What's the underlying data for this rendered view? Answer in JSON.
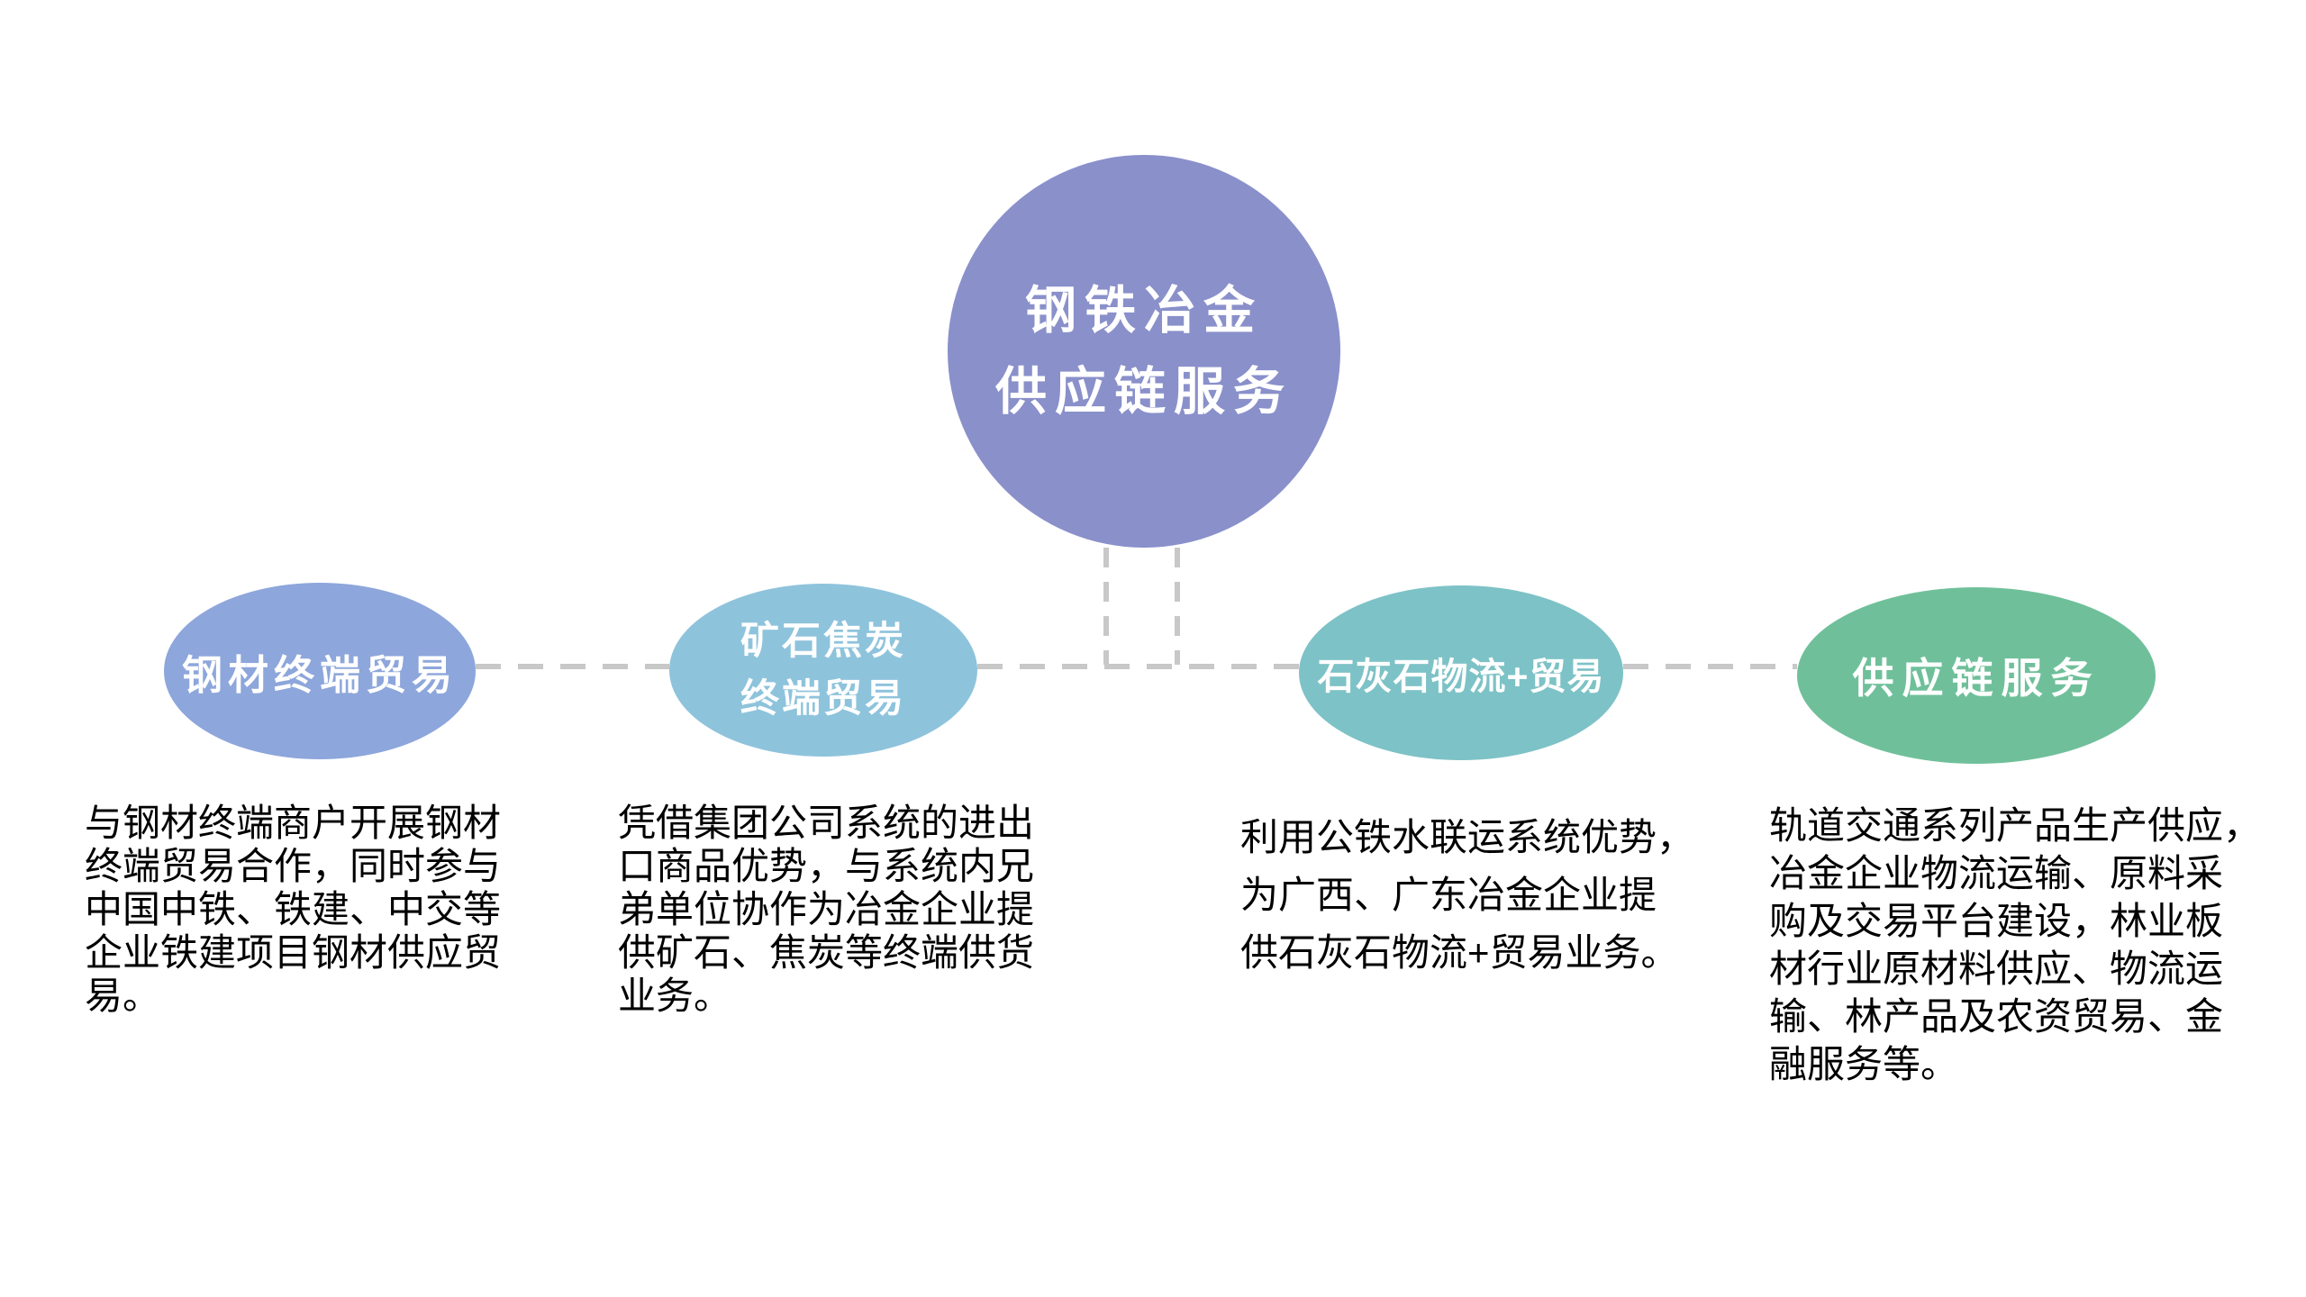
{
  "page": {
    "background": "#ffffff",
    "connector_color": "#c8c8c8"
  },
  "root": {
    "label_lines": [
      "钢铁冶金",
      "供应链服务"
    ],
    "fill": "#8990ca",
    "text_color": "#ffffff"
  },
  "branches": [
    {
      "label_lines": [
        "钢材终端贸易"
      ],
      "fill": "#8da6db",
      "text_color": "#ffffff",
      "description_lines": [
        "与钢材终端商户开展钢材",
        "终端贸易合作，同时参与",
        "中国中铁、铁建、中交等",
        "企业铁建项目钢材供应贸",
        "易。"
      ]
    },
    {
      "label_lines": [
        "矿石焦炭",
        "终端贸易"
      ],
      "fill": "#8ec3dc",
      "text_color": "#ffffff",
      "description_lines": [
        "凭借集团公司系统的进出",
        "口商品优势，与系统内兄",
        "弟单位协作为冶金企业提",
        "供矿石、焦炭等终端供货",
        "业务。"
      ]
    },
    {
      "label_lines": [
        "石灰石物流+贸易"
      ],
      "fill": "#7dc2c6",
      "text_color": "#ffffff",
      "description_lines": [
        "利用公铁水联运系统优势，",
        "为广西、广东冶金企业提",
        "供石灰石物流+贸易业务。"
      ]
    },
    {
      "label_lines": [
        "供应链服务"
      ],
      "fill": "#6fc09a",
      "text_color": "#ffffff",
      "description_lines": [
        "轨道交通系列产品生产供应，",
        "冶金企业物流运输、原料采",
        "购及交易平台建设，林业板",
        "材行业原材料供应、物流运",
        "输、林产品及农资贸易、金",
        "融服务等。"
      ]
    }
  ]
}
